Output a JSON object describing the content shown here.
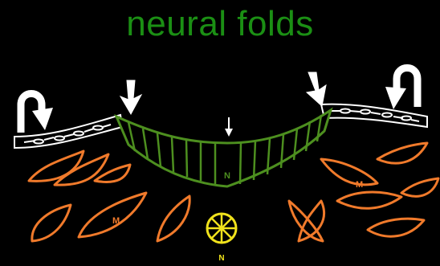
{
  "title": "neural folds",
  "labels": {
    "neural_plate_cell": "N",
    "notochord": "N",
    "mesenchyme": "M"
  },
  "colors": {
    "background": "#000000",
    "title": "#1b8f14",
    "neural_plate": "#4d8f1f",
    "ectoderm": "#ffffff",
    "mesenchyme": "#f07a2b",
    "notochord": "#f0e21c"
  },
  "icons": {
    "curved_arrow": "curved-arrow-icon",
    "down_arrow": "down-arrow-icon"
  }
}
